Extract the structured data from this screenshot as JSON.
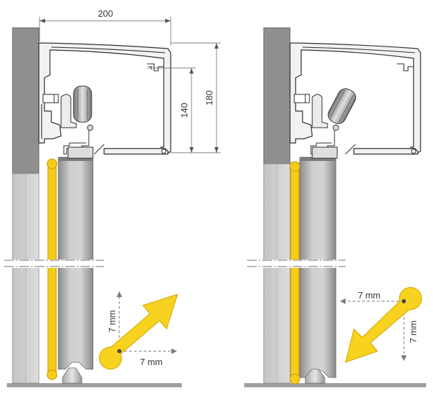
{
  "labels": {
    "width_200": "200",
    "height_140": "140",
    "height_180": "180"
  },
  "left_panel": {
    "offset_vertical": "7 mm",
    "offset_horizontal": "7 mm"
  },
  "right_panel": {
    "offset_horizontal": "7 mm",
    "offset_vertical": "7 mm"
  },
  "colors": {
    "wall": "#d0d0d0",
    "wall_dark": "#9a9a9a",
    "door_panel": "#b8b8b8",
    "seal_yellow": "#f5cc1a",
    "seal_outline": "#c99a00",
    "arrow_yellow": "#f7d21e",
    "arrow_outline": "#d2a300",
    "floor": "#9e9e9e"
  }
}
